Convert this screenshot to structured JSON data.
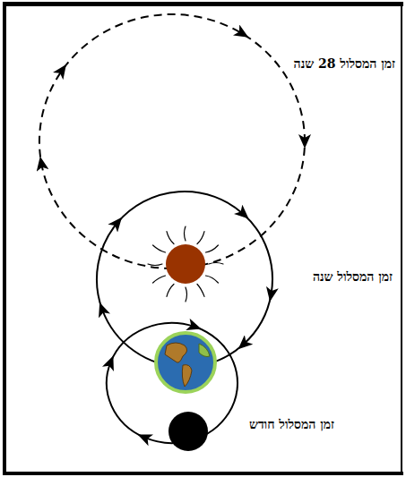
{
  "diagram": {
    "labels": [
      "זמן המסלול 28 שנה",
      "זמן המסלול שנה",
      "זמן המסלול חודש"
    ]
  }
}
